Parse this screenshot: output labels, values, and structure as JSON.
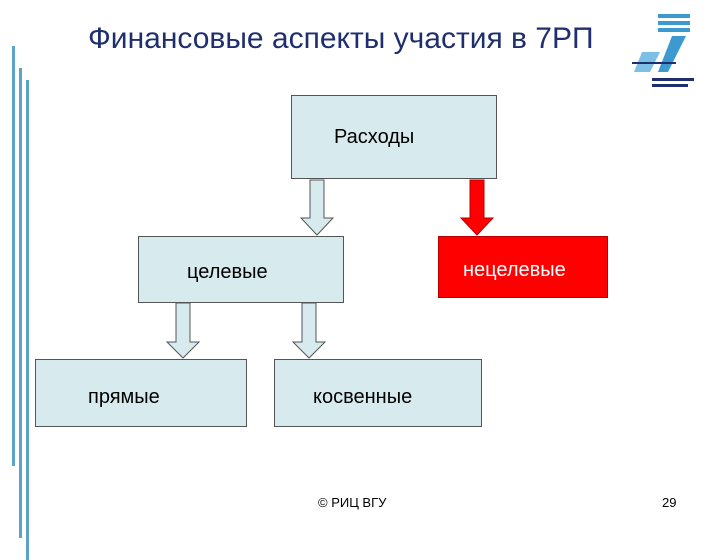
{
  "slide": {
    "title": "Финансовые аспекты участия в 7РП",
    "footer": "© РИЦ ВГУ",
    "page_number": "29"
  },
  "diagram": {
    "root": "Расходы",
    "targeted": "целевые",
    "non_targeted": "нецелевые",
    "direct": "прямые",
    "indirect": "косвенные"
  },
  "colors": {
    "box_fill": "#d7eaee",
    "highlight": "#ff0000",
    "title": "#1f2f6e"
  }
}
